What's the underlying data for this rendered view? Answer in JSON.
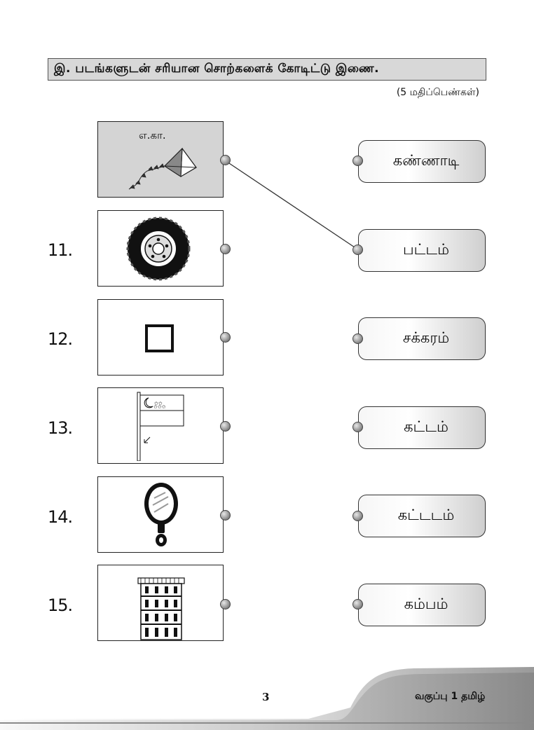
{
  "header": {
    "title": "இ.  படங்களுடன் சரியான சொற்களைக் கோடிட்டு இணை.",
    "marks": "(5 மதிப்பெண்கள்)"
  },
  "example": {
    "label": "எ.கா."
  },
  "questions": [
    {
      "number": "11."
    },
    {
      "number": "12."
    },
    {
      "number": "13."
    },
    {
      "number": "14."
    },
    {
      "number": "15."
    }
  ],
  "words": [
    "கண்ணாடி",
    "பட்டம்",
    "சக்கரம்",
    "கட்டம்",
    "கட்டடம்",
    "கம்பம்"
  ],
  "footer": {
    "page_number": "3",
    "label": "வகுப்பு 1 தமிழ்"
  }
}
